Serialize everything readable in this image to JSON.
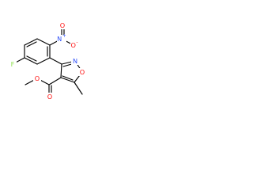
{
  "molecule": {
    "atoms": {
      "fluorine": "F",
      "nitro_nitrogen": "N",
      "nitro_charge_plus": "+",
      "nitro_oxygen_top": "O",
      "nitro_charge_minus": "-",
      "nitro_oxygen_side": "O",
      "isoxazole_nitrogen": "N",
      "isoxazole_oxygen": "O",
      "ester_carbonyl_oxygen": "O",
      "ester_ether_oxygen": "O"
    },
    "colors": {
      "carbon_bond": "#000000",
      "fluorine": "#90e050",
      "nitrogen": "#3050f8",
      "oxygen": "#ff0d0d"
    }
  }
}
